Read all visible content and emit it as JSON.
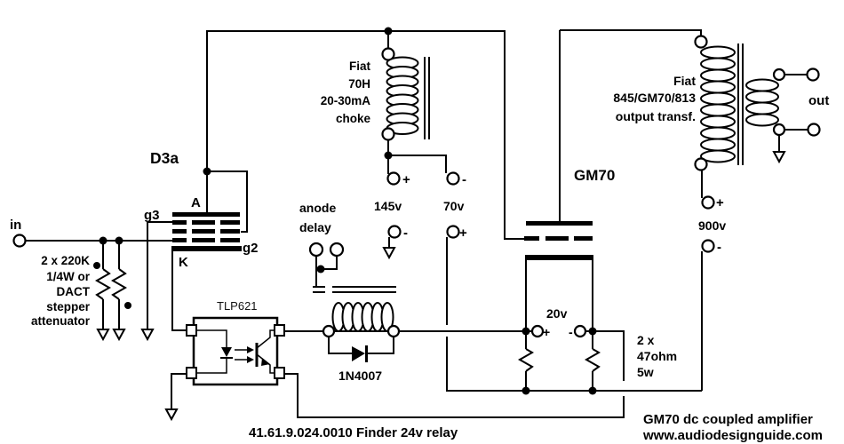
{
  "schematic": {
    "input": {
      "label": "in",
      "note": [
        "2 x 220K",
        "1/4W or",
        "DACT",
        "stepper",
        "attenuator"
      ]
    },
    "driver_tube": {
      "name": "D3a",
      "anode": "A",
      "cathode": "K",
      "grid2": "g2",
      "grid3": "g3"
    },
    "optocoupler": {
      "part": "TLP621"
    },
    "relay": {
      "contact_note": [
        "anode",
        "delay"
      ],
      "flyback_diode": "1N4007",
      "part_note": "41.61.9.024.0010 Finder 24v relay"
    },
    "choke": {
      "note": [
        "Fiat",
        "70H",
        "20-30mA",
        "choke"
      ],
      "plus": "+",
      "minus": "-"
    },
    "supplies": {
      "v145": {
        "label": "145v",
        "minus": "-"
      },
      "v70": {
        "label": "70v",
        "plus": "+"
      },
      "v900": {
        "label": "900v",
        "plus": "+",
        "minus": "-"
      },
      "v20": {
        "label": "20v",
        "plus": "+",
        "minus": "-"
      }
    },
    "power_tube": {
      "name": "GM70"
    },
    "output_transformer": {
      "note": [
        "Fiat",
        "845/GM70/813",
        "output transf."
      ],
      "out_label": "out"
    },
    "cathode_resistors": {
      "note": [
        "2 x",
        "47ohm",
        "5w"
      ]
    },
    "footer": {
      "title": "GM70 dc coupled amplifier",
      "website": "www.audiodesignguide.com"
    }
  }
}
